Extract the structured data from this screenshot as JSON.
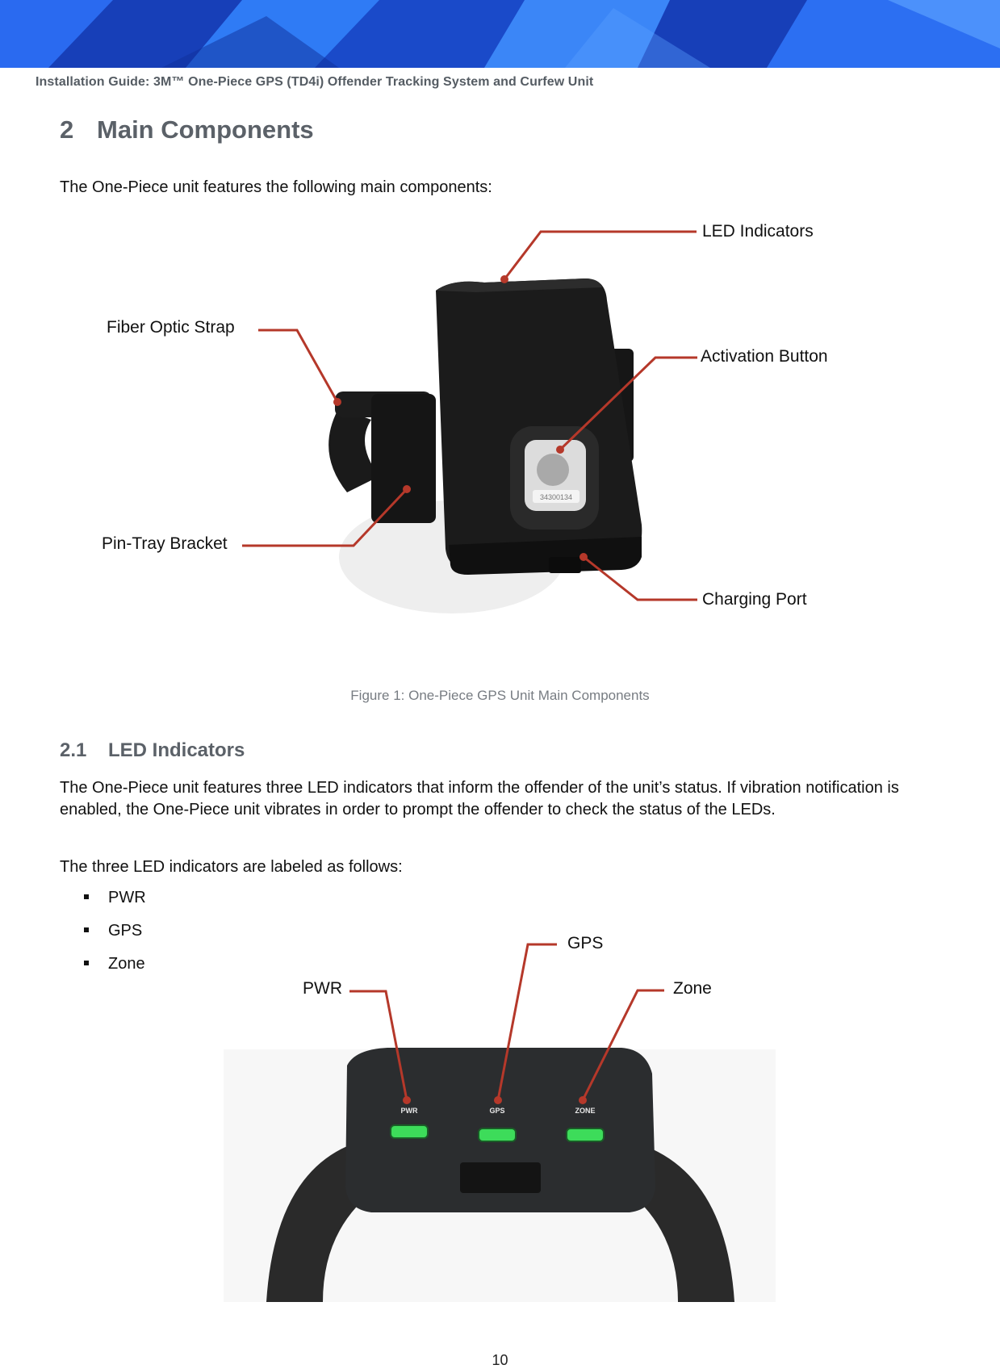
{
  "running_header": "Installation Guide: 3M™ One-Piece GPS (TD4i) Offender Tracking System and Curfew Unit",
  "section": {
    "number": "2",
    "title": "Main Components"
  },
  "intro": "The One-Piece unit features the following main components:",
  "figure1": {
    "callouts": {
      "led": "LED Indicators",
      "strap": "Fiber Optic Strap",
      "activation": "Activation Button",
      "bracket": "Pin-Tray Bracket",
      "charging": "Charging Port"
    },
    "serial": "34300134",
    "caption": "Figure 1: One-Piece GPS Unit Main Components"
  },
  "subsection": {
    "number": "2.1",
    "title": "LED Indicators"
  },
  "paragraph1": "The One-Piece unit features three LED indicators that inform the offender of the unit’s status. If vibration notification is enabled, the One-Piece unit vibrates in order to prompt the offender to check the status of the LEDs.",
  "paragraph2": "The three LED indicators are labeled as follows:",
  "bullets": [
    "PWR",
    "GPS",
    "Zone"
  ],
  "figure2": {
    "callouts": {
      "pwr": "PWR",
      "gps": "GPS",
      "zone": "Zone"
    },
    "led_labels": {
      "pwr": "PWR",
      "gps": "GPS",
      "zone": "ZONE"
    }
  },
  "page_number": "10",
  "colors": {
    "callout_line": "#b5382a",
    "led_green": "#3ddc5a",
    "header_text": "#555c63"
  }
}
